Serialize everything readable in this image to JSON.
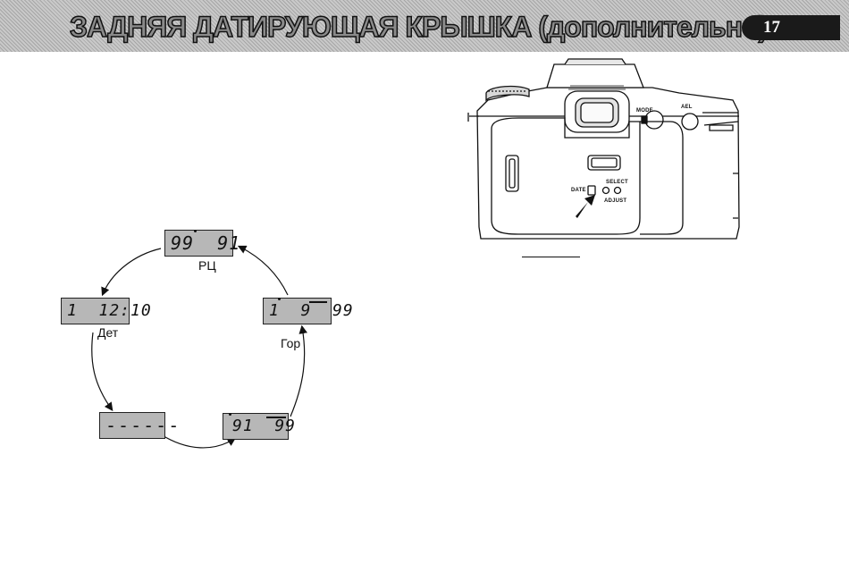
{
  "header": {
    "title": "ЗАДНЯЯ ДАТИРУЮЩАЯ КРЫШКА (дополнительно)",
    "page_number": "17"
  },
  "cycle_diagram": {
    "displays": {
      "top": "99  91",
      "left": "1  12:10",
      "right": "1  9  99",
      "bottom_left": "------",
      "bottom_right": "91  99"
    },
    "labels": {
      "top": "РЦ",
      "left": "Дет",
      "right": "Гор"
    }
  },
  "camera": {
    "labels": {
      "date": "DATE",
      "select": "SELECT",
      "adjust": "ADJUST",
      "mode": "MODE",
      "ael": "AEL"
    }
  }
}
